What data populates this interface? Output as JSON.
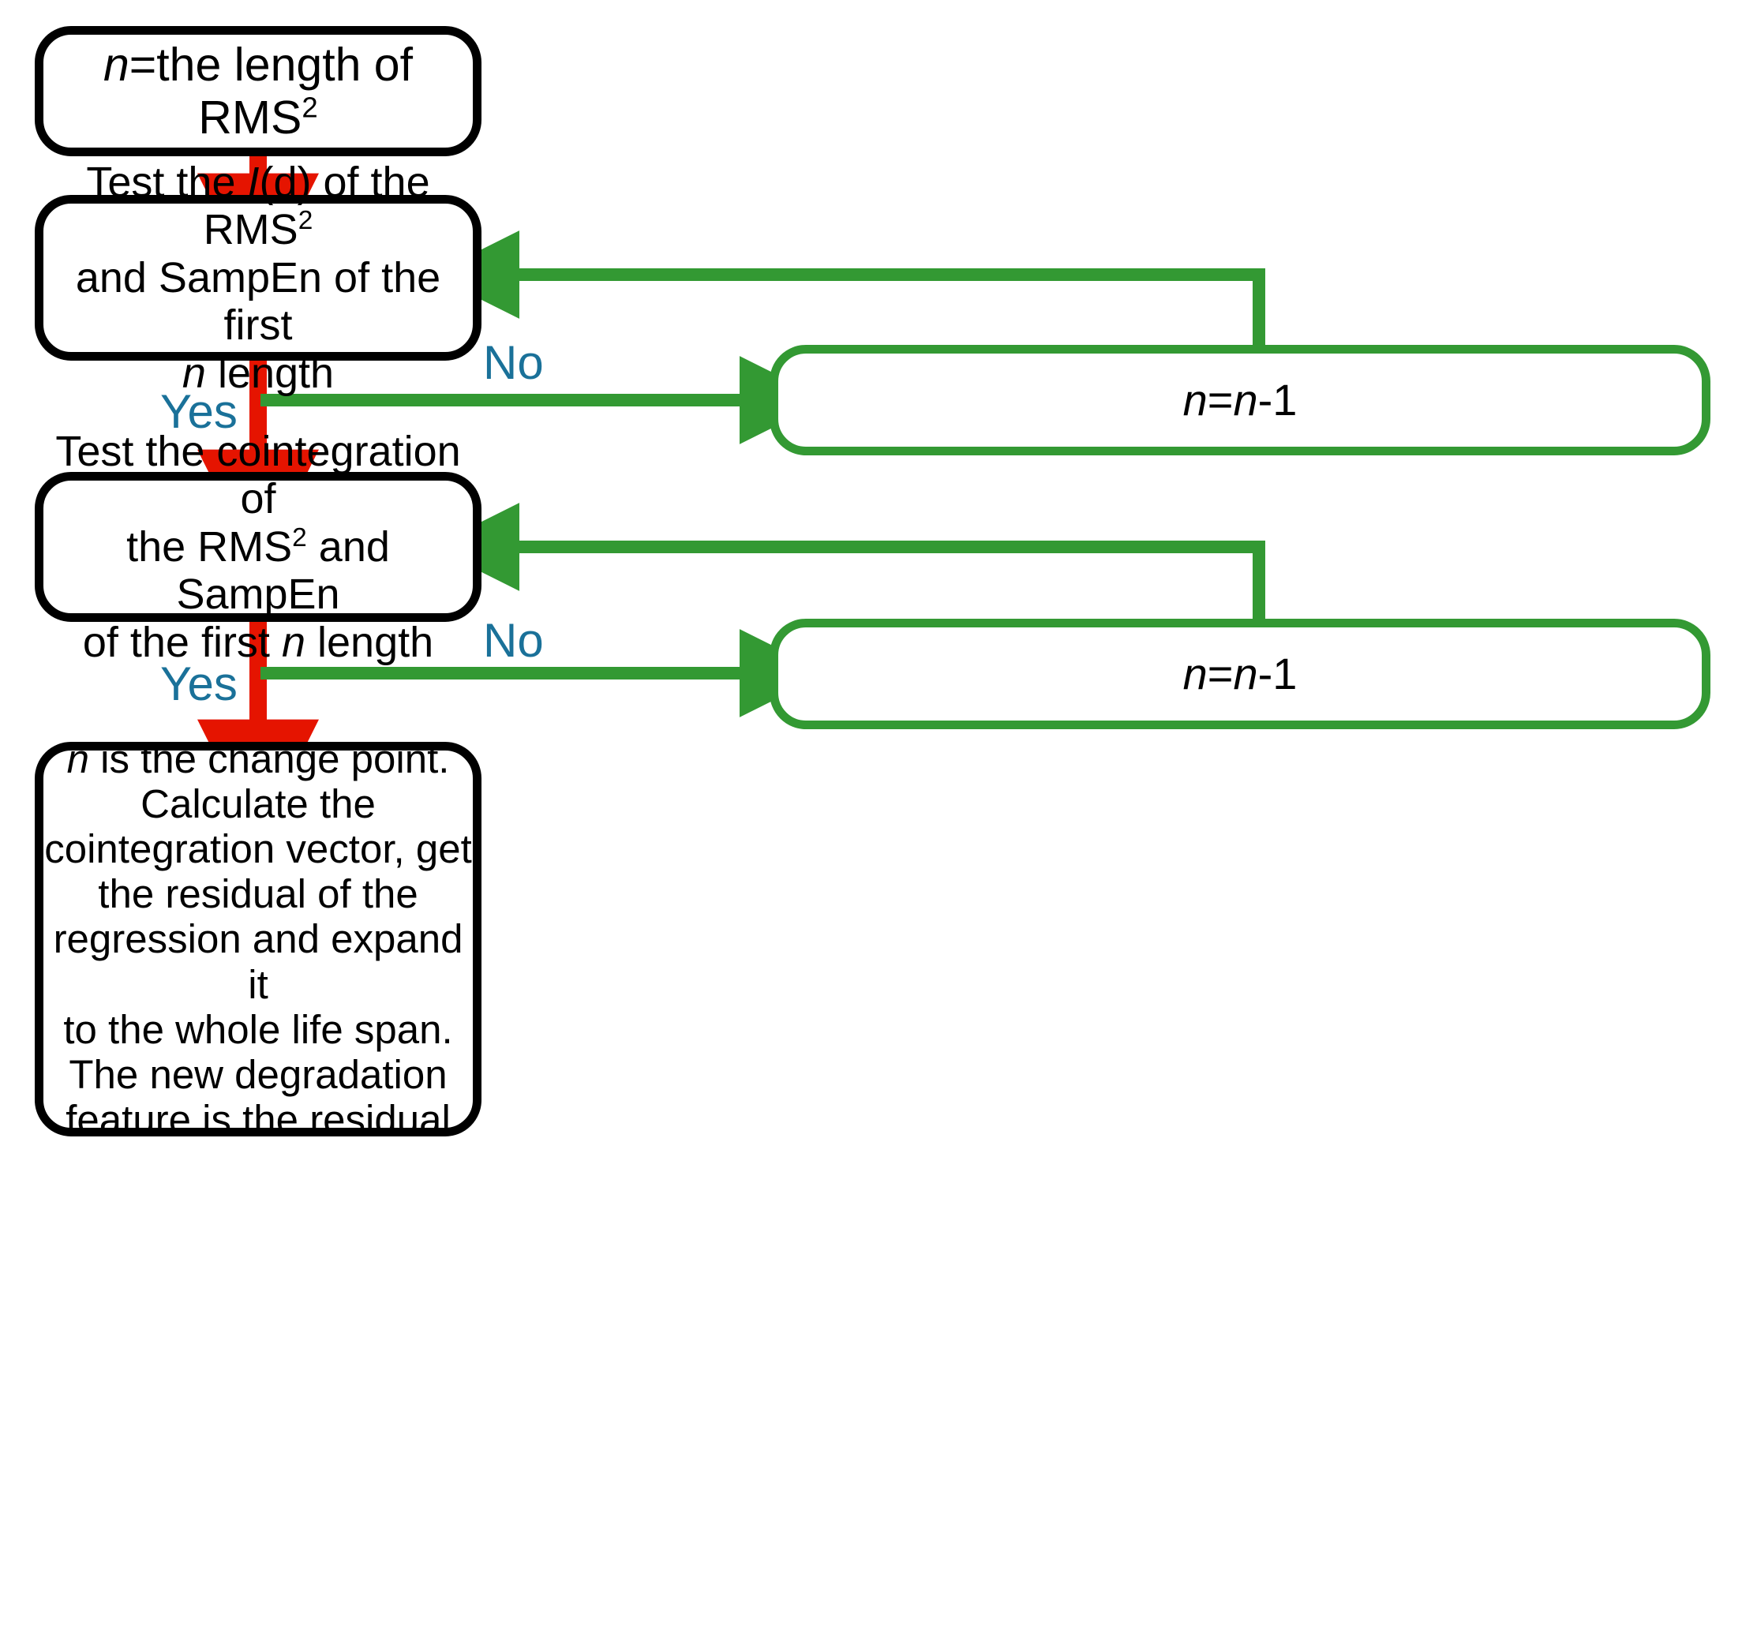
{
  "colors": {
    "flow_red": "#E51400",
    "loop_green": "#339933",
    "label_blue": "#1a7199",
    "node_black": "#000000",
    "background": "#FFFFFF"
  },
  "diagram": {
    "type": "flowchart",
    "title": "",
    "nodes": [
      {
        "id": "start",
        "shape": "rounded-rectangle",
        "border": "black",
        "text": "n=the length of RMS2",
        "parts": [
          {
            "t": "n",
            "style": "italic"
          },
          {
            "t": "=the length of RMS",
            "style": "normal"
          },
          {
            "t": "2",
            "style": "superscript"
          }
        ]
      },
      {
        "id": "test-id",
        "shape": "rounded-rectangle",
        "border": "black",
        "text": "Test the I(d) of the RMS2 and SampEn of the first n length",
        "lines": [
          [
            {
              "t": "Test the ",
              "style": "normal"
            },
            {
              "t": "I",
              "style": "italic"
            },
            {
              "t": "(d) of the RMS",
              "style": "normal"
            },
            {
              "t": "2",
              "style": "superscript"
            }
          ],
          [
            {
              "t": "and SampEn of the first",
              "style": "normal"
            }
          ],
          [
            {
              "t": "n",
              "style": "italic"
            },
            {
              "t": " length",
              "style": "normal"
            }
          ]
        ]
      },
      {
        "id": "test-coint",
        "shape": "rounded-rectangle",
        "border": "black",
        "text": "Test the cointegration of the RMS2 and SampEn of the first n length",
        "lines": [
          [
            {
              "t": "Test the cointegration of",
              "style": "normal"
            }
          ],
          [
            {
              "t": "the RMS",
              "style": "normal"
            },
            {
              "t": "2",
              "style": "superscript"
            },
            {
              "t": " and SampEn",
              "style": "normal"
            }
          ],
          [
            {
              "t": "of the first ",
              "style": "normal"
            },
            {
              "t": "n",
              "style": "italic"
            },
            {
              "t": " length",
              "style": "normal"
            }
          ]
        ]
      },
      {
        "id": "result",
        "shape": "rounded-rectangle",
        "border": "black",
        "text": "n is the change point. Calculate the cointegration vector, get the residual of the regression and expand it to the whole life span. The new degradation feature is the residual",
        "lines": [
          [
            {
              "t": "n",
              "style": "italic"
            },
            {
              "t": " is the change point.",
              "style": "normal"
            }
          ],
          [
            {
              "t": "Calculate the",
              "style": "normal"
            }
          ],
          [
            {
              "t": "cointegration vector, get",
              "style": "normal"
            }
          ],
          [
            {
              "t": "the residual of the",
              "style": "normal"
            }
          ],
          [
            {
              "t": "regression and expand it",
              "style": "normal"
            }
          ],
          [
            {
              "t": "to the whole life span.",
              "style": "normal"
            }
          ],
          [
            {
              "t": "The new degradation",
              "style": "normal"
            }
          ],
          [
            {
              "t": "feature is the residual",
              "style": "normal"
            }
          ]
        ]
      },
      {
        "id": "dec1",
        "shape": "rounded-rectangle",
        "border": "green",
        "text": "n=n-1",
        "parts": [
          {
            "t": "n",
            "style": "italic"
          },
          {
            "t": "=",
            "style": "normal"
          },
          {
            "t": "n",
            "style": "italic"
          },
          {
            "t": "-1",
            "style": "normal"
          }
        ]
      },
      {
        "id": "dec2",
        "shape": "rounded-rectangle",
        "border": "green",
        "text": "n=n-1",
        "parts": [
          {
            "t": "n",
            "style": "italic"
          },
          {
            "t": "=",
            "style": "normal"
          },
          {
            "t": "n",
            "style": "italic"
          },
          {
            "t": "-1",
            "style": "normal"
          }
        ]
      }
    ],
    "edges": [
      {
        "from": "start",
        "to": "test-id",
        "label": "",
        "color": "#E51400",
        "style": "arrow-down"
      },
      {
        "from": "test-id",
        "to": "test-coint",
        "label": "Yes",
        "color": "#E51400",
        "style": "arrow-down"
      },
      {
        "from": "test-id",
        "to": "dec1",
        "label": "No",
        "color": "#339933",
        "style": "arrow-right"
      },
      {
        "from": "dec1",
        "to": "test-id",
        "label": "",
        "color": "#339933",
        "style": "loop-back-left"
      },
      {
        "from": "test-coint",
        "to": "result",
        "label": "Yes",
        "color": "#E51400",
        "style": "arrow-down"
      },
      {
        "from": "test-coint",
        "to": "dec2",
        "label": "No",
        "color": "#339933",
        "style": "arrow-right"
      },
      {
        "from": "dec2",
        "to": "test-coint",
        "label": "",
        "color": "#339933",
        "style": "loop-back-left"
      }
    ]
  },
  "labels": {
    "yes_1": "Yes",
    "no_1": "No",
    "yes_2": "Yes",
    "no_2": "No"
  },
  "nodes_text": {
    "start": {
      "p1": "n",
      "p2": "=the length of RMS",
      "p3": "2"
    },
    "test_id": {
      "l1a": "Test the ",
      "l1b": "I",
      "l1c": "(d) of the RMS",
      "l1d": "2",
      "l2": "and SampEn of the first",
      "l3a": "n",
      "l3b": " length"
    },
    "test_coint": {
      "l1": "Test the cointegration of",
      "l2a": "the RMS",
      "l2b": "2",
      "l2c": " and SampEn",
      "l3a": "of the first ",
      "l3b": "n",
      "l3c": " length"
    },
    "result": {
      "l1a": "n",
      "l1b": " is the change point.",
      "l2": "Calculate the",
      "l3": "cointegration vector, get",
      "l4": "the residual of the",
      "l5": "regression and expand it",
      "l6": "to the whole life span.",
      "l7": "The new degradation",
      "l8": "feature is the residual"
    },
    "dec1": {
      "p1": "n",
      "p2": "=",
      "p3": "n",
      "p4": "-1"
    },
    "dec2": {
      "p1": "n",
      "p2": "=",
      "p3": "n",
      "p4": "-1"
    }
  }
}
